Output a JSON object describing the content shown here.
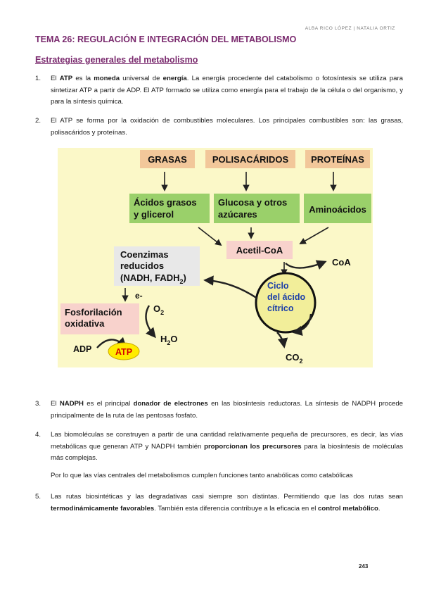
{
  "header": {
    "author": "ALBA RICO LÓPEZ  |  NATALIA ORTIZ"
  },
  "title": "TEMA 26: REGULACIÓN E INTEGRACIÓN DEL METABOLISMO",
  "section_title": "Estrategias generales del metabolismo",
  "items": [
    {
      "number": "1.",
      "segments": [
        {
          "t": "El "
        },
        {
          "t": "ATP",
          "b": true
        },
        {
          "t": " es la "
        },
        {
          "t": "moneda",
          "b": true
        },
        {
          "t": " universal de "
        },
        {
          "t": "energía",
          "b": true
        },
        {
          "t": ". La energía procedente del catabolismo o fotosíntesis se utiliza para sintetizar ATP a partir de ADP. El ATP formado se utiliza como energía para el trabajo de la célula o del organismo, y para la síntesis química."
        }
      ]
    },
    {
      "number": "2.",
      "segments": [
        {
          "t": "El ATP se forma por la oxidación de combustibles moleculares. Los principales combustibles son: las grasas, polisacáridos y proteínas."
        }
      ]
    },
    {
      "number": "3.",
      "segments": [
        {
          "t": "El "
        },
        {
          "t": "NADPH",
          "b": true
        },
        {
          "t": "  es el principal "
        },
        {
          "t": "donador de electrones",
          "b": true
        },
        {
          "t": " en las biosíntesis reductoras. La síntesis de NADPH procede principalmente de la ruta de las pentosas fosfato."
        }
      ]
    },
    {
      "number": "4.",
      "segments": [
        {
          "t": "Las biomoléculas se construyen a partir de una cantidad relativamente pequeña de precursores, es decir, las vías metabólicas que generan ATP y NADPH también "
        },
        {
          "t": "proporcionan los precursores",
          "b": true
        },
        {
          "t": " para la biosíntesis de moléculas más complejas."
        }
      ]
    },
    {
      "number": "5.",
      "segments": [
        {
          "t": "Las rutas biosintéticas y las degradativas casi siempre son distintas. Permitiendo que las dos rutas sean "
        },
        {
          "t": "termodinámicamente favorables",
          "b": true
        },
        {
          "t": ". También esta diferencia contribuye a la eficacia en el "
        },
        {
          "t": "control metabólico",
          "b": true
        },
        {
          "t": "."
        }
      ]
    }
  ],
  "paragraph_4b": "Por lo que las vías centrales del metabolismos cumplen funciones tanto anabólicas como catabólicas",
  "diagram": {
    "fuels": [
      "GRASAS",
      "POLISACÁRIDOS",
      "PROTEÍNAS"
    ],
    "products": [
      [
        "Ácidos grasos",
        "y glicerol"
      ],
      [
        "Glucosa y otros",
        "azúcares"
      ],
      [
        "Aminoácidos"
      ]
    ],
    "acetyl_coa": "Acetil-CoA",
    "coa": "CoA",
    "cycle": [
      "Ciclo",
      "del ácido",
      "cítrico"
    ],
    "coenzymes": [
      "Coenzimas",
      "reducidos",
      "(NADH, FADH"
    ],
    "coenzymes_sub": "2",
    "coenzymes_close": ")",
    "electron": "e-",
    "oxphos": [
      "Fosforilación",
      "oxidativa"
    ],
    "o2": "O",
    "o2_sub": "2",
    "h2o_h": "H",
    "h2o_sub": "2",
    "h2o_o": "O",
    "adp": "ADP",
    "atp": "ATP",
    "co2": "CO",
    "co2_sub": "2",
    "colors": {
      "background": "#fbf8c8",
      "fuel_box": "#f2c79a",
      "product_box": "#9ad06a",
      "acetyl_box": "#f8d2cc",
      "coenzyme_box": "#e8e8e8",
      "oxphos_box": "#f8d2cc",
      "cycle_fill": "#f2ee9a",
      "cycle_text": "#1c3fa8",
      "atp_fill": "#ffec00",
      "atp_text": "#d40000",
      "arrow": "#222222"
    }
  },
  "page_number": "243"
}
